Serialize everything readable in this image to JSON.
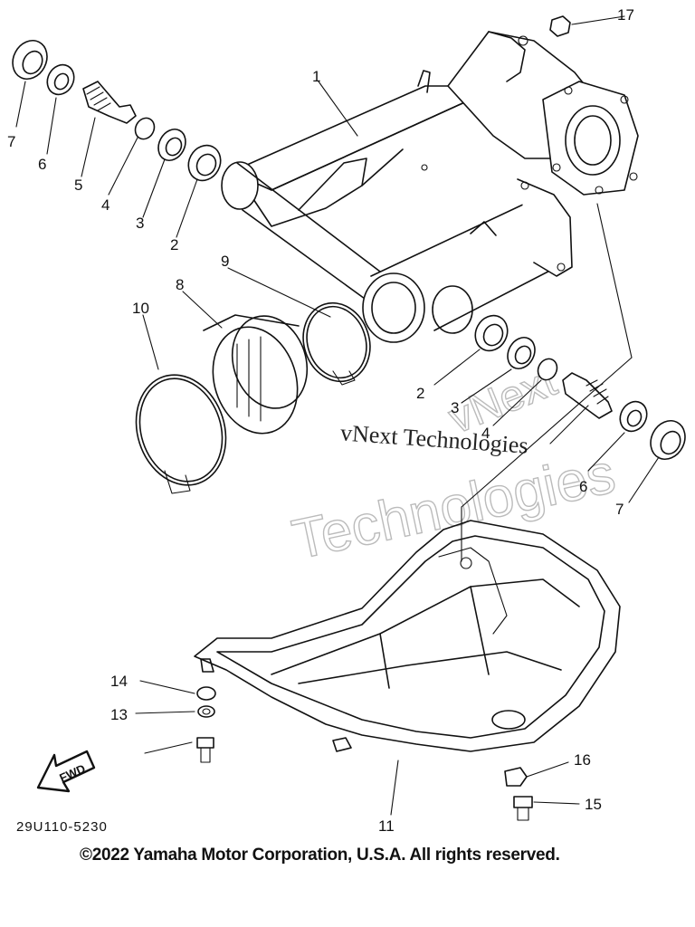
{
  "callouts": {
    "c1": "1",
    "c2a": "2",
    "c3a": "3",
    "c4a": "4",
    "c5": "5",
    "c6a": "6",
    "c7a": "7",
    "c8": "8",
    "c9": "9",
    "c10": "10",
    "c2b": "2",
    "c3b": "3",
    "c4b": "4",
    "c6b": "6",
    "c7b": "7",
    "c11": "11",
    "c13": "13",
    "c14": "14",
    "c15": "15",
    "c16": "16",
    "c17": "17"
  },
  "fwd_label": "FWD",
  "diagram_code": "29U110-5230",
  "watermark": {
    "line1": "vNext Technologies",
    "line2": "Technologies",
    "line3": "vNext"
  },
  "copyright": "©2022 Yamaha Motor Corporation, U.S.A. All rights reserved.",
  "icons": {
    "fwd": "fwd-arrow-icon"
  }
}
